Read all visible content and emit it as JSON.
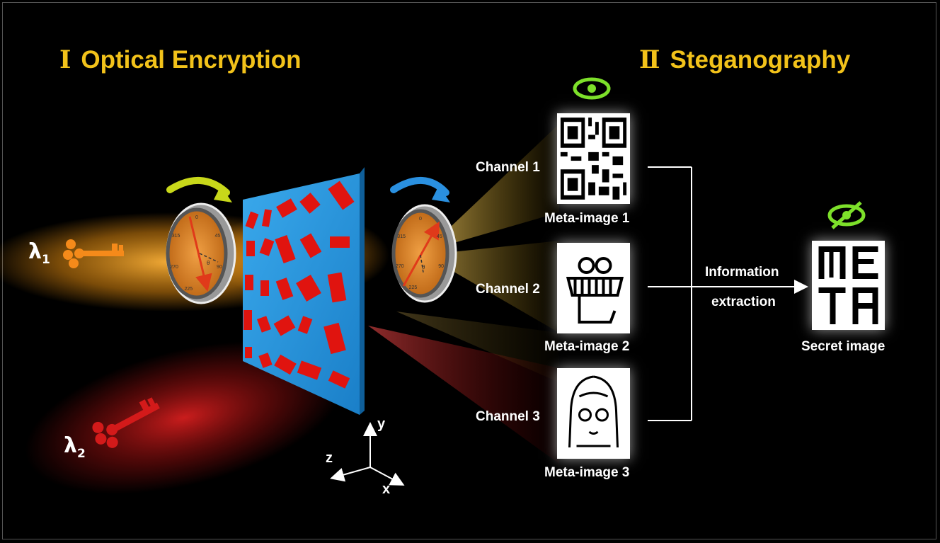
{
  "section1": {
    "numeral": "Ⅰ",
    "title": "Optical Encryption"
  },
  "section2": {
    "numeral": "Ⅱ",
    "title": "Steganography"
  },
  "lambda1": {
    "symbol": "λ",
    "sub": "1"
  },
  "lambda2": {
    "symbol": "λ",
    "sub": "2"
  },
  "channels": [
    {
      "channel": "Channel 1",
      "image": "Meta-image 1"
    },
    {
      "channel": "Channel 2",
      "image": "Meta-image 2"
    },
    {
      "channel": "Channel 3",
      "image": "Meta-image 3"
    }
  ],
  "extraction": {
    "line1": "Information",
    "line2": "extraction"
  },
  "secret": {
    "label": "Secret image"
  },
  "axes": {
    "y": "y",
    "z": "z",
    "x": "x"
  },
  "polarizer_ticks": [
    "270",
    "315",
    "0",
    "45",
    "90",
    "225"
  ],
  "theta": "θ",
  "colors": {
    "heading": "#f2c21a",
    "metasurface": "#1e8fd6",
    "nanopillar": "#e0140f",
    "orange_beam": "#f7a31c",
    "red_beam": "#d01010",
    "eye_green": "#7de02a"
  }
}
